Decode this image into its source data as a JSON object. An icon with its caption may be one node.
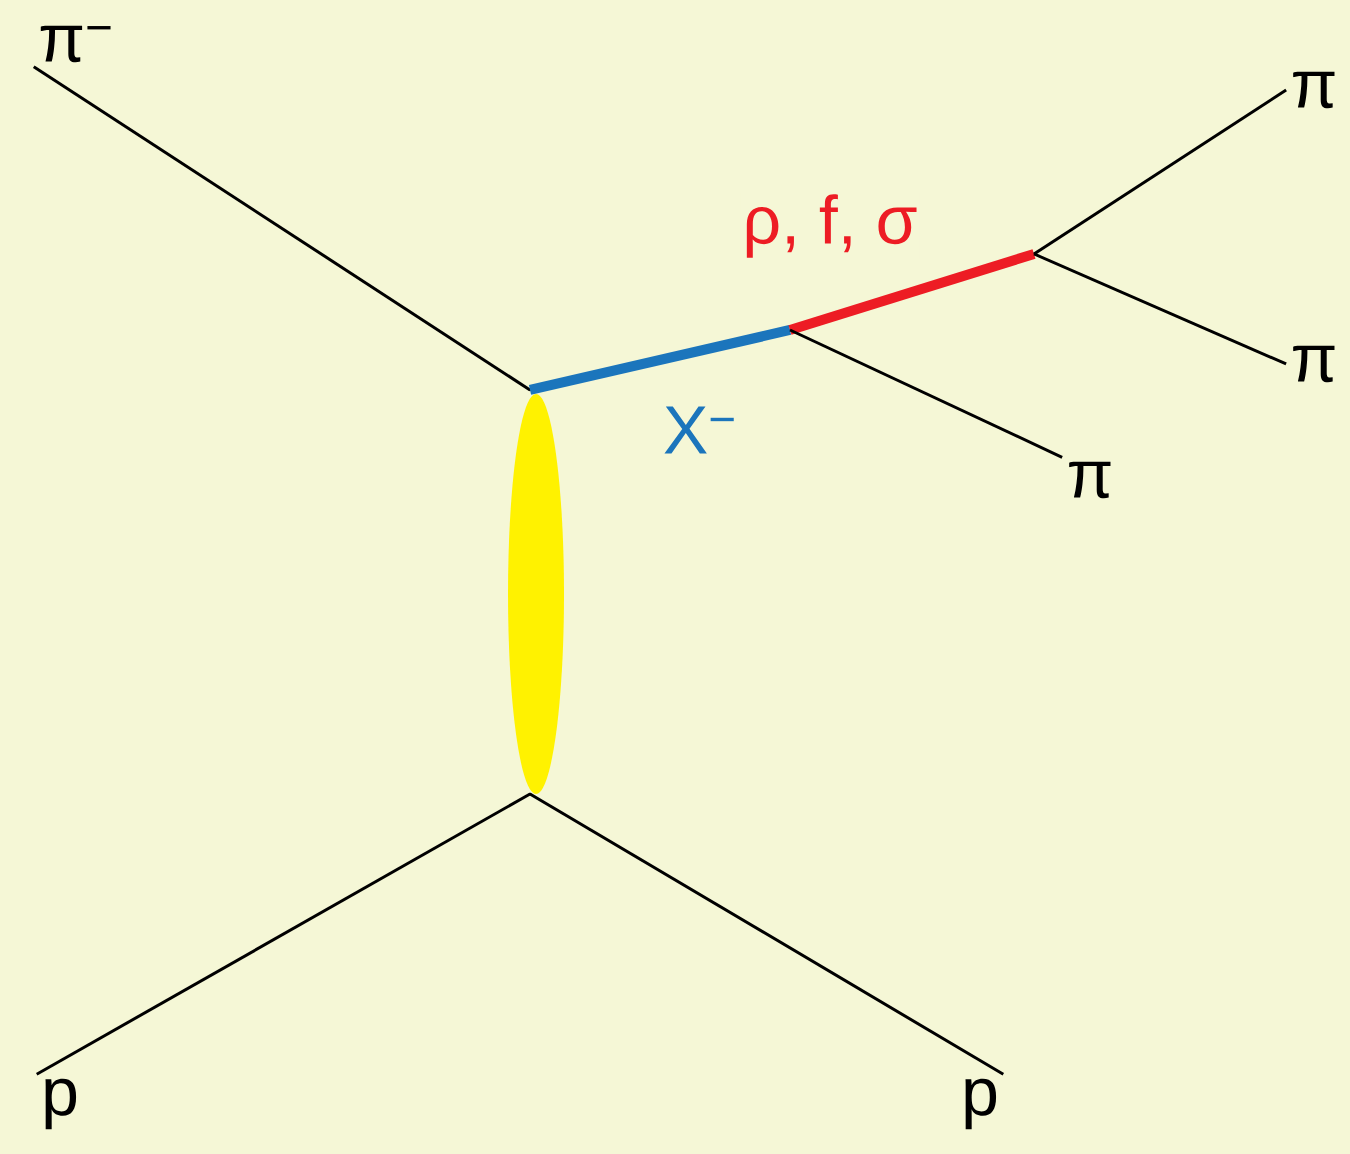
{
  "diagram": {
    "nodes": [
      {
        "text": [
          "π$^{−}$"
        ]
      },
      {
        "text": [
          "π"
        ]
      },
      {
        "text": [
          "π"
        ]
      },
      {
        "text": [
          "π"
        ]
      },
      {
        "text": [
          "p"
        ]
      },
      {
        "text": [
          "p"
        ]
      },
      {
        "text": [],
        "shape": "point"
      },
      {
        "text": [],
        "shape": "point"
      },
      {
        "text": [],
        "shape": "point"
      },
      {
        "text": [],
        "shape": "point"
      },
      {
        "text": [],
        "shape": "ellipse"
      }
    ],
    "edges": [
      {
        "from": 0,
        "to": 6,
        "arrow": "none"
      },
      {
        "from": 6,
        "to": 7,
        "arrow": "none",
        "label": "X$^{−}$",
        "style": "thick",
        "color": "#1b75bc"
      },
      {
        "from": 7,
        "to": 8,
        "arrow": "none",
        "label": "ρ, f, σ",
        "style": "thick",
        "color": "#ed1c24"
      },
      {
        "from": 8,
        "to": 1,
        "arrow": "none"
      },
      {
        "from": 8,
        "to": 2,
        "arrow": "none"
      },
      {
        "from": 7,
        "to": 3,
        "arrow": "none"
      },
      {
        "from": 9,
        "to": 4,
        "arrow": "none"
      },
      {
        "from": 9,
        "to": 5,
        "arrow": "none"
      }
    ]
  }
}
